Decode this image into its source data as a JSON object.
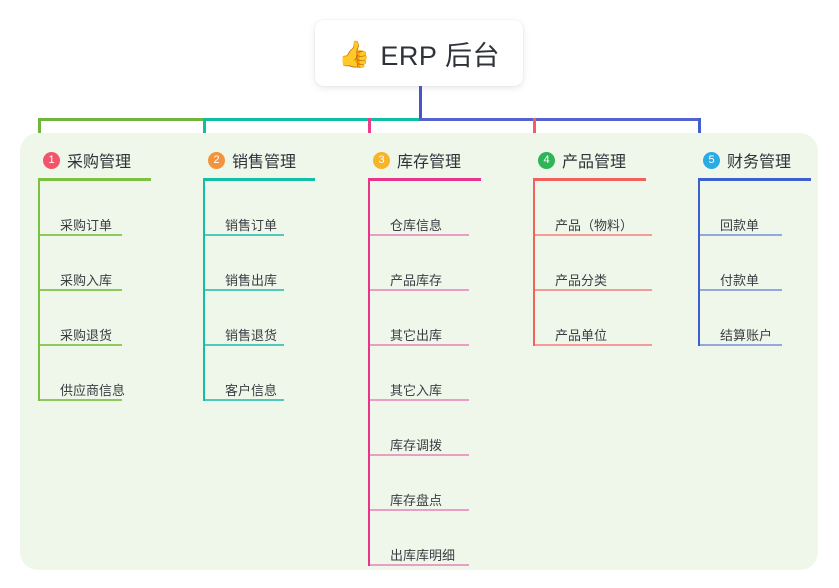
{
  "root": {
    "icon": "thumbs-up-icon",
    "emoji": "👍",
    "title": "ERP 后台"
  },
  "colors": {
    "panel_bg": "#eff7ea",
    "page_bg": "#ffffff",
    "stem": "#4a55c4",
    "bar_green": "#6fb63f",
    "bar_teal": "#0fbfa4",
    "bar_blue": "#5561cf",
    "drop_green": "#6fb63f",
    "drop_teal": "#0fbfa4",
    "drop_pink": "#ea3d8c",
    "drop_red": "#f2605e",
    "drop_blue": "#3e5fd0",
    "text": "#2f3238"
  },
  "columns": [
    {
      "index": "1",
      "badge_color": "#f2556b",
      "title": "采购管理",
      "line_color": "#7cc142",
      "rule_color": "#8cc85b",
      "items": [
        {
          "label": "采购订单"
        },
        {
          "label": "采购入库"
        },
        {
          "label": "采购退货"
        },
        {
          "label": "供应商信息"
        }
      ]
    },
    {
      "index": "2",
      "badge_color": "#f4943a",
      "title": "销售管理",
      "line_color": "#12bfa6",
      "rule_color": "#4fc9bb",
      "items": [
        {
          "label": "销售订单"
        },
        {
          "label": "销售出库"
        },
        {
          "label": "销售退货"
        },
        {
          "label": "客户信息"
        }
      ]
    },
    {
      "index": "3",
      "badge_color": "#f5b429",
      "title": "库存管理",
      "line_color": "#e8338c",
      "rule_color": "#eb9ec4",
      "items": [
        {
          "label": "仓库信息"
        },
        {
          "label": "产品库存"
        },
        {
          "label": "其它出库"
        },
        {
          "label": "其它入库"
        },
        {
          "label": "库存调拨"
        },
        {
          "label": "库存盘点"
        },
        {
          "label": "出库库明细"
        }
      ]
    },
    {
      "index": "4",
      "badge_color": "#2eb558",
      "title": "产品管理",
      "line_color": "#f2615e",
      "rule_color": "#f49b97",
      "items": [
        {
          "label": "产品（物料）"
        },
        {
          "label": "产品分类"
        },
        {
          "label": "产品单位"
        }
      ]
    },
    {
      "index": "5",
      "badge_color": "#2aabe4",
      "title": "财务管理",
      "line_color": "#3e5fd0",
      "rule_color": "#93a9de",
      "items": [
        {
          "label": "回款单"
        },
        {
          "label": "付款单"
        },
        {
          "label": "结算账户"
        }
      ]
    }
  ]
}
